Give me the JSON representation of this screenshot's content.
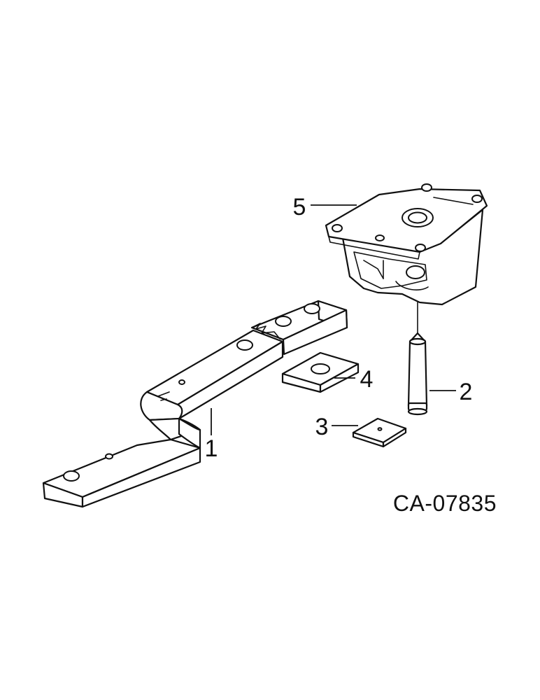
{
  "drawing_code": "CA-07835",
  "callouts": {
    "drawbar": "1",
    "pin": "2",
    "plate_small": "3",
    "plate_large": "4",
    "support": "5"
  }
}
